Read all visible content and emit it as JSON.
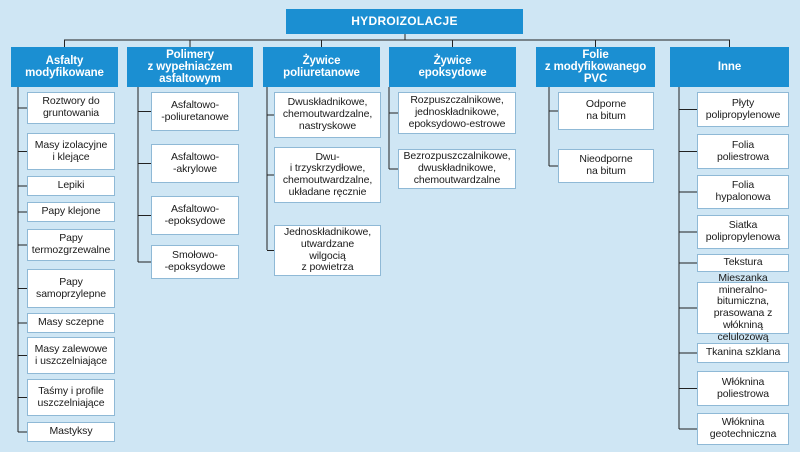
{
  "root": "HYDROIZOLACJE",
  "colors": {
    "background": "#cfe6f4",
    "header": "#1b8fd2",
    "line": "#222222",
    "box_border": "#8fb9d6"
  },
  "categories": [
    {
      "label": "Asfalty\nmodyfikowane",
      "items": [
        "Roztwory do\ngruntowania",
        "Masy izolacyjne\ni klejące",
        "Lepiki",
        "Papy klejone",
        "Papy\ntermozgrzewalne",
        "Papy\nsamoprzylepne",
        "Masy sczepne",
        "Masy zalewowe\ni uszczelniające",
        "Taśmy i profile\nuszczelniające",
        "Mastyksy"
      ]
    },
    {
      "label": "Polimery\nz wypełniaczem\nasfaltowym",
      "items": [
        "Asfaltowo-\n-poliuretanowe",
        "Asfaltowo-\n-akrylowe",
        "Asfaltowo-\n-epoksydowe",
        "Smołowo-\n-epoksydowe"
      ]
    },
    {
      "label": "Żywice\npoliuretanowe",
      "items": [
        "Dwuskładnikowe,\nchemoutwardzalne,\nnastryskowe",
        "Dwu-\ni trzyskrzydłowe,\nchemoutwardzalne,\nukładane ręcznie",
        "Jednoskładnikowe,\nutwardzane\nwilgocią\nz powietrza"
      ]
    },
    {
      "label": "Żywice\nepoksydowe",
      "items": [
        "Rozpuszczalnikowe,\njednoskładnikowe,\nepoksydowo-estrowe",
        "Bezrozpuszczalnikowe,\ndwuskładnikowe,\nchemoutwardzalne"
      ]
    },
    {
      "label": "Folie\nz modyfikowanego\nPVC",
      "items": [
        "Odporne\nna bitum",
        "Nieodporne\nna bitum"
      ]
    },
    {
      "label": "Inne",
      "items": [
        "Płyty\npolipropylenowe",
        "Folia\npoliestrowa",
        "Folia\nhypalonowa",
        "Siatka\npolipropylenowa",
        "Tekstura",
        "Mieszanka\nmineralno-bitumiczna,\nprasowana z włókniną\ncelulozową",
        "Tkanina szklana",
        "Włóknina\npoliestrowa",
        "Włóknina\ngeotechniczna"
      ]
    }
  ]
}
